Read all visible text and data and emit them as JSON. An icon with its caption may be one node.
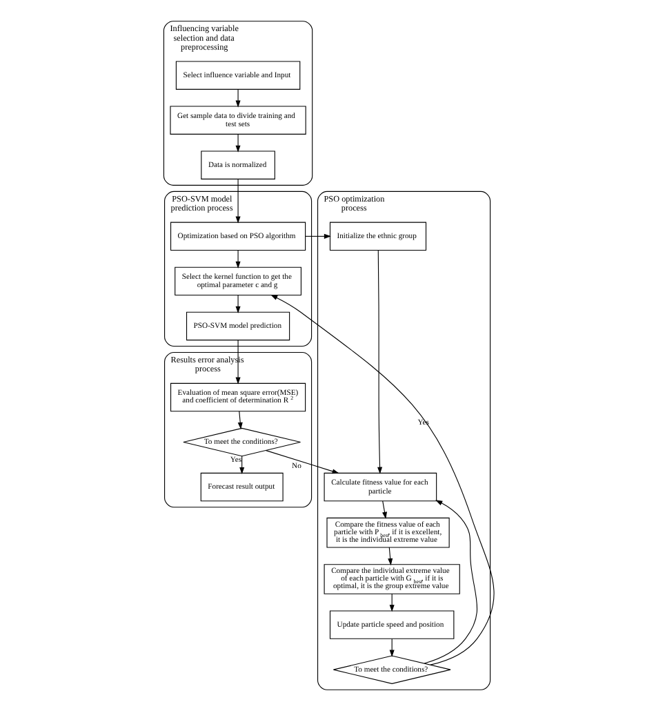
{
  "diagram": {
    "nodes": [
      {
        "text": [
          "Influencing variable selection and data preprocessing"
        ]
      },
      {
        "text": [
          "Select influence variable and Input"
        ],
        "in": 0
      },
      {
        "text": [
          "Get sample data to divide training and test sets"
        ],
        "in": 0
      },
      {
        "text": [
          "Data is normalized"
        ],
        "in": 0
      },
      {
        "text": [
          "PSO-SVM model prediction process"
        ]
      },
      {
        "text": [
          "Optimization based on PSO algorithm"
        ],
        "in": 4
      },
      {
        "text": [
          "Select the kernel function to get the optimal parameter c and g"
        ],
        "in": 4
      },
      {
        "text": [
          "PSO-SVM model prediction"
        ],
        "in": 4
      },
      {
        "text": [
          "Results error analysis process"
        ]
      },
      {
        "text": [
          "Evaluation of mean square error(MSE) and coefficient of determination R$^{2}$"
        ],
        "in": 8
      },
      {
        "text": [
          "To meet the conditions?"
        ],
        "in": 8
      },
      {
        "text": [
          "Forecast result output"
        ],
        "in": 8
      },
      {
        "text": [
          "PSO optimization process"
        ]
      },
      {
        "text": [
          "Initialize the ethnic group"
        ],
        "in": 12
      },
      {
        "text": [
          "Calculate fitness value for each particle"
        ],
        "in": 12
      },
      {
        "text": [
          "Compare the fitness value of each particle with P$_{best}$, if it is excellent, it is the individual extreme value"
        ],
        "in": 12
      },
      {
        "text": [
          "Compare the individual extreme value of each particle with G$_{best}$, if it is optimal, it is the group extreme value"
        ],
        "in": 12
      },
      {
        "text": [
          "Update particle speed and position"
        ],
        "in": 12
      },
      {
        "text": [
          "To meet the conditions?"
        ],
        "in": 12
      }
    ],
    "edges": [
      {
        "from": 1,
        "to": 2,
        "arrow": "to"
      },
      {
        "from": 2,
        "to": 3,
        "arrow": "to"
      },
      {
        "from": 3,
        "to": 5,
        "arrow": "to"
      },
      {
        "from": 5,
        "to": 13,
        "arrow": "to"
      },
      {
        "from": 5,
        "to": 6,
        "arrow": "to"
      },
      {
        "from": 6,
        "to": 7,
        "arrow": "to"
      },
      {
        "from": 7,
        "to": 9,
        "arrow": "to"
      },
      {
        "from": 9,
        "to": 10,
        "arrow": "to"
      },
      {
        "from": 10,
        "to": 11,
        "label": "Yes",
        "arrow": "to"
      },
      {
        "from": 10,
        "to": 14,
        "label": "No",
        "arrow": "to"
      },
      {
        "from": 13,
        "to": 14,
        "arrow": "to"
      },
      {
        "from": 14,
        "to": 15,
        "arrow": "to"
      },
      {
        "from": 15,
        "to": 16,
        "arrow": "to"
      },
      {
        "from": 16,
        "to": 17,
        "arrow": "to"
      },
      {
        "from": 17,
        "to": 18,
        "arrow": "to"
      },
      {
        "from": 18,
        "to": 14,
        "arrow": "to"
      },
      {
        "from": 18,
        "to": 6,
        "label": "Yes",
        "arrow": "to"
      }
    ]
  }
}
